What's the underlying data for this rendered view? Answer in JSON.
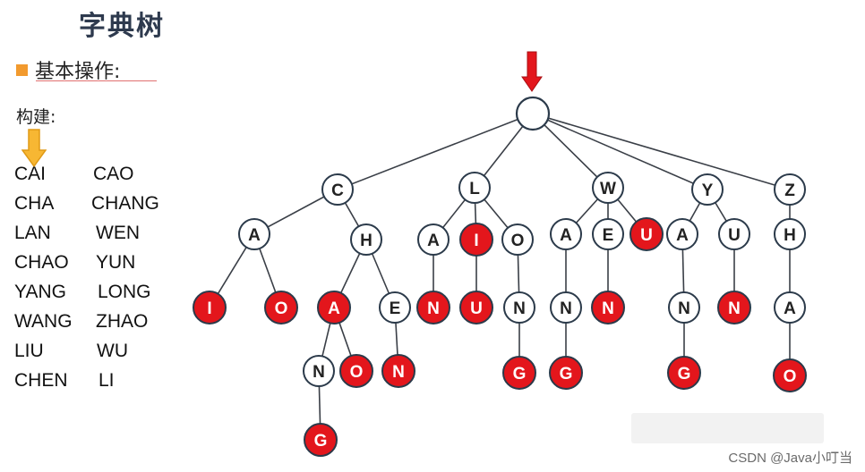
{
  "title": "字典树",
  "subtitle": "基本操作:",
  "build_label": "构建:",
  "words_left": [
    "CAI",
    "CHA",
    "LAN",
    "CHAO",
    "YANG",
    "WANG",
    "LIU",
    "CHEN"
  ],
  "words_right": [
    "CAO",
    "CHANG",
    "WEN",
    "YUN",
    "LONG",
    "ZHAO",
    "WU",
    "LI"
  ],
  "nodes": [
    {
      "id": "root",
      "label": "",
      "filled": false
    },
    {
      "id": "C",
      "label": "C",
      "filled": false
    },
    {
      "id": "L",
      "label": "L",
      "filled": false
    },
    {
      "id": "W",
      "label": "W",
      "filled": false
    },
    {
      "id": "Y",
      "label": "Y",
      "filled": false
    },
    {
      "id": "Z",
      "label": "Z",
      "filled": false
    },
    {
      "id": "CA",
      "label": "A",
      "filled": false
    },
    {
      "id": "CH",
      "label": "H",
      "filled": false
    },
    {
      "id": "CAI",
      "label": "I",
      "filled": true
    },
    {
      "id": "CAO",
      "label": "O",
      "filled": true
    },
    {
      "id": "CHA",
      "label": "A",
      "filled": true
    },
    {
      "id": "CHE",
      "label": "E",
      "filled": false
    },
    {
      "id": "CHAN",
      "label": "N",
      "filled": false
    },
    {
      "id": "CHAO",
      "label": "O",
      "filled": true
    },
    {
      "id": "CHEN",
      "label": "N",
      "filled": true
    },
    {
      "id": "CHANG",
      "label": "G",
      "filled": true
    },
    {
      "id": "LA",
      "label": "A",
      "filled": false
    },
    {
      "id": "LI",
      "label": "I",
      "filled": true
    },
    {
      "id": "LO",
      "label": "O",
      "filled": false
    },
    {
      "id": "LAN",
      "label": "N",
      "filled": true
    },
    {
      "id": "LIU",
      "label": "U",
      "filled": true
    },
    {
      "id": "LON",
      "label": "N",
      "filled": false
    },
    {
      "id": "LONG",
      "label": "G",
      "filled": true
    },
    {
      "id": "WA",
      "label": "A",
      "filled": false
    },
    {
      "id": "WE",
      "label": "E",
      "filled": false
    },
    {
      "id": "WU",
      "label": "U",
      "filled": true
    },
    {
      "id": "WAN",
      "label": "N",
      "filled": false
    },
    {
      "id": "WEN",
      "label": "N",
      "filled": true
    },
    {
      "id": "WANG",
      "label": "G",
      "filled": true
    },
    {
      "id": "YA",
      "label": "A",
      "filled": false
    },
    {
      "id": "YU",
      "label": "U",
      "filled": false
    },
    {
      "id": "YAN",
      "label": "N",
      "filled": false
    },
    {
      "id": "YUN",
      "label": "N",
      "filled": true
    },
    {
      "id": "YANG",
      "label": "G",
      "filled": true
    },
    {
      "id": "ZH",
      "label": "H",
      "filled": false
    },
    {
      "id": "ZHA",
      "label": "A",
      "filled": false
    },
    {
      "id": "ZHAO",
      "label": "O",
      "filled": true
    }
  ],
  "edges": [
    [
      "root",
      "C"
    ],
    [
      "root",
      "L"
    ],
    [
      "root",
      "W"
    ],
    [
      "root",
      "Y"
    ],
    [
      "root",
      "Z"
    ],
    [
      "C",
      "CA"
    ],
    [
      "C",
      "CH"
    ],
    [
      "CA",
      "CAI"
    ],
    [
      "CA",
      "CAO"
    ],
    [
      "CH",
      "CHA"
    ],
    [
      "CH",
      "CHE"
    ],
    [
      "CHA",
      "CHAN"
    ],
    [
      "CHA",
      "CHAO"
    ],
    [
      "CHE",
      "CHEN"
    ],
    [
      "CHAN",
      "CHANG"
    ],
    [
      "L",
      "LA"
    ],
    [
      "L",
      "LI"
    ],
    [
      "L",
      "LO"
    ],
    [
      "LA",
      "LAN"
    ],
    [
      "LI",
      "LIU"
    ],
    [
      "LO",
      "LON"
    ],
    [
      "LON",
      "LONG"
    ],
    [
      "W",
      "WA"
    ],
    [
      "W",
      "WE"
    ],
    [
      "W",
      "WU"
    ],
    [
      "WA",
      "WAN"
    ],
    [
      "WE",
      "WEN"
    ],
    [
      "WAN",
      "WANG"
    ],
    [
      "Y",
      "YA"
    ],
    [
      "Y",
      "YU"
    ],
    [
      "YA",
      "YAN"
    ],
    [
      "YU",
      "YUN"
    ],
    [
      "YAN",
      "YANG"
    ],
    [
      "Z",
      "ZH"
    ],
    [
      "ZH",
      "ZHA"
    ],
    [
      "ZHA",
      "ZHAO"
    ]
  ],
  "colors": {
    "filled": "#e3161c",
    "stroke": "#2b3a4a",
    "edge": "#3a3f47",
    "root_arrow": "#e3161c",
    "word_arrow": "#f7b733"
  },
  "watermark": "CSDN @Java小叮当"
}
